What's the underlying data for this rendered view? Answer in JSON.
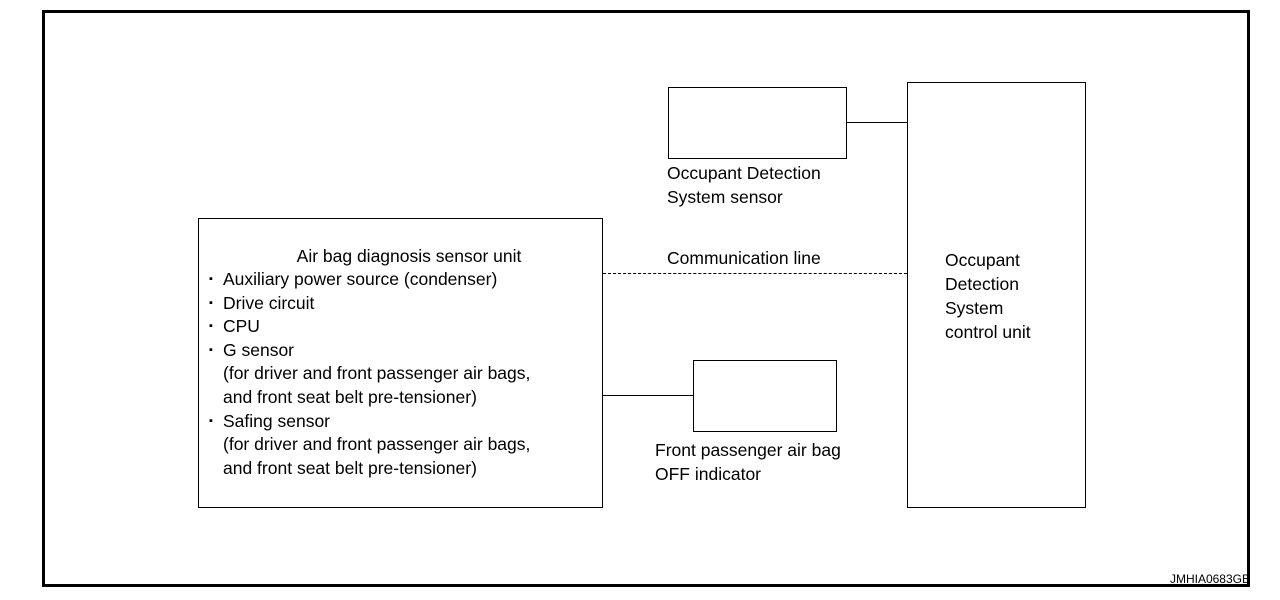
{
  "diagram": {
    "airbag_unit": {
      "title": "Air bag diagnosis sensor unit",
      "items": [
        {
          "text": "Auxiliary power source (condenser)",
          "sub": []
        },
        {
          "text": "Drive circuit",
          "sub": []
        },
        {
          "text": "CPU",
          "sub": []
        },
        {
          "text": "G sensor",
          "sub": [
            "(for driver and front passenger air bags,",
            "and front seat belt pre-tensioner)"
          ]
        },
        {
          "text": "Safing sensor",
          "sub": [
            "(for driver and front passenger air bags,",
            "and front seat belt pre-tensioner)"
          ]
        }
      ]
    },
    "ods_sensor": {
      "label_line1": "Occupant Detection",
      "label_line2": "System sensor"
    },
    "ods_control_unit": {
      "line1": "Occupant",
      "line2": "Detection",
      "line3": "System",
      "line4": "control unit"
    },
    "indicator": {
      "label_line1": "Front passenger air bag",
      "label_line2": "OFF indicator"
    },
    "communication_line": {
      "label": "Communication line"
    },
    "figure_code": "JMHIA0683GB"
  }
}
